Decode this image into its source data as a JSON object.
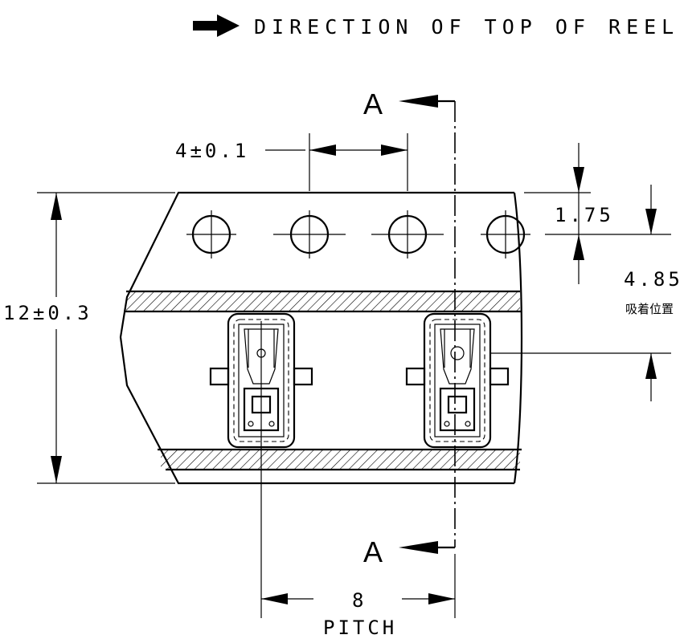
{
  "title": "DIRECTION OF TOP OF REEL",
  "section_label_top": "A",
  "section_label_bottom": "A",
  "dimensions": {
    "hole_pitch": "4±0.1",
    "hole_edge": "1.75",
    "pickup_offset": "4.85",
    "pickup_note": "吸着位置",
    "tape_width": "12±0.3",
    "pitch_value": "8",
    "pitch_label": "PITCH"
  },
  "colors": {
    "line": "#000000",
    "background": "#ffffff"
  }
}
